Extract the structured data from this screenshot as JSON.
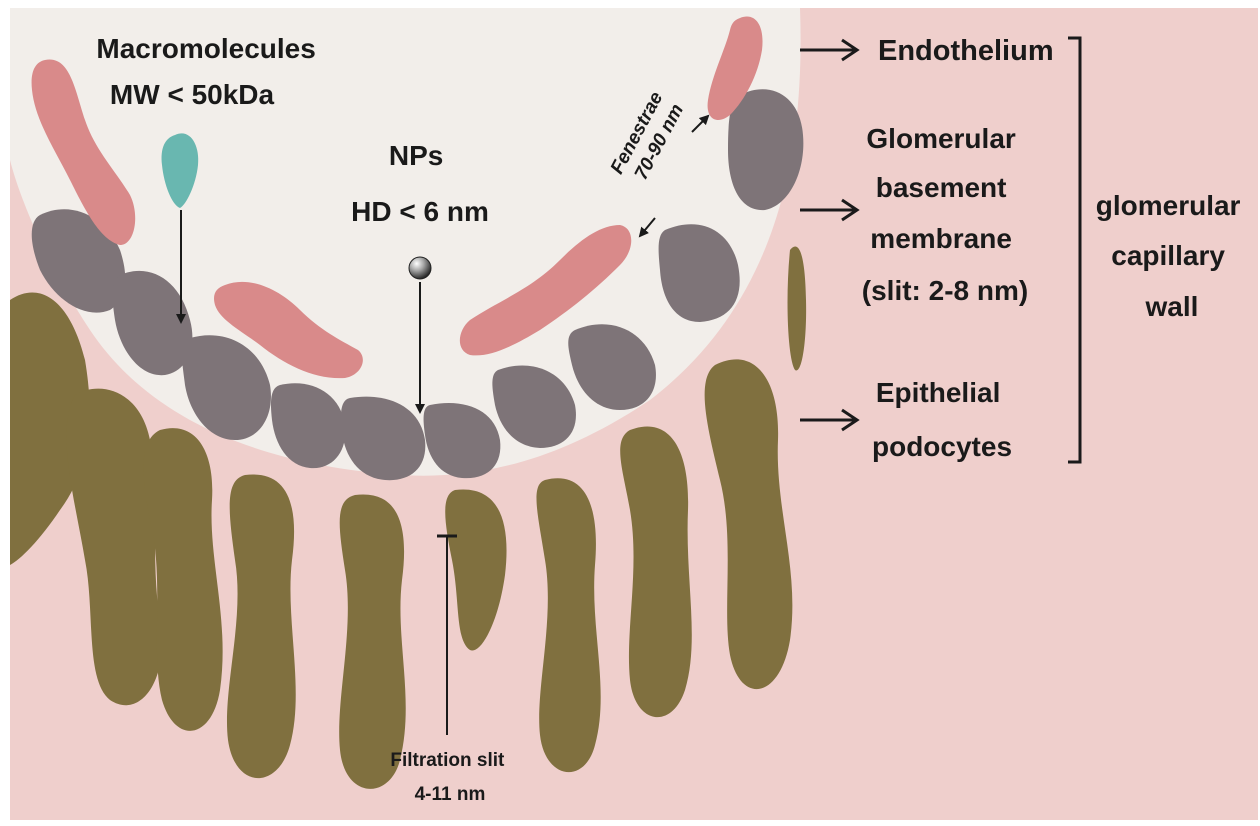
{
  "colors": {
    "page_background": "#ffffff",
    "tissue_background": "#efcfcc",
    "capillary_lumen": "#f2eeea",
    "endothelium": "#d98a8a",
    "basement_membrane": "#7e7478",
    "podocyte": "#80703f",
    "molecule": "#69b7b0",
    "text": "#1a1a1a"
  },
  "labels": {
    "macromolecules": [
      "Macromolecules",
      "MW < 50kDa"
    ],
    "nps": [
      "NPs",
      "HD < 6 nm"
    ],
    "fenestrae": [
      "Fenestrae",
      "70-90 nm"
    ],
    "endothelium": "Endothelium",
    "gbm": [
      "Glomerular",
      "basement",
      "membrane",
      "(slit: 2-8 nm)"
    ],
    "epithelial": [
      "Epithelial",
      "podocytes"
    ],
    "wall": [
      "glomerular",
      "capillary",
      "wall"
    ],
    "filtration": [
      "Filtration slit",
      "4-11 nm"
    ]
  },
  "icons": {
    "macromolecule": "droplet-icon",
    "nanoparticle": "sphere-icon",
    "pointer": "arrow-right-icon"
  }
}
